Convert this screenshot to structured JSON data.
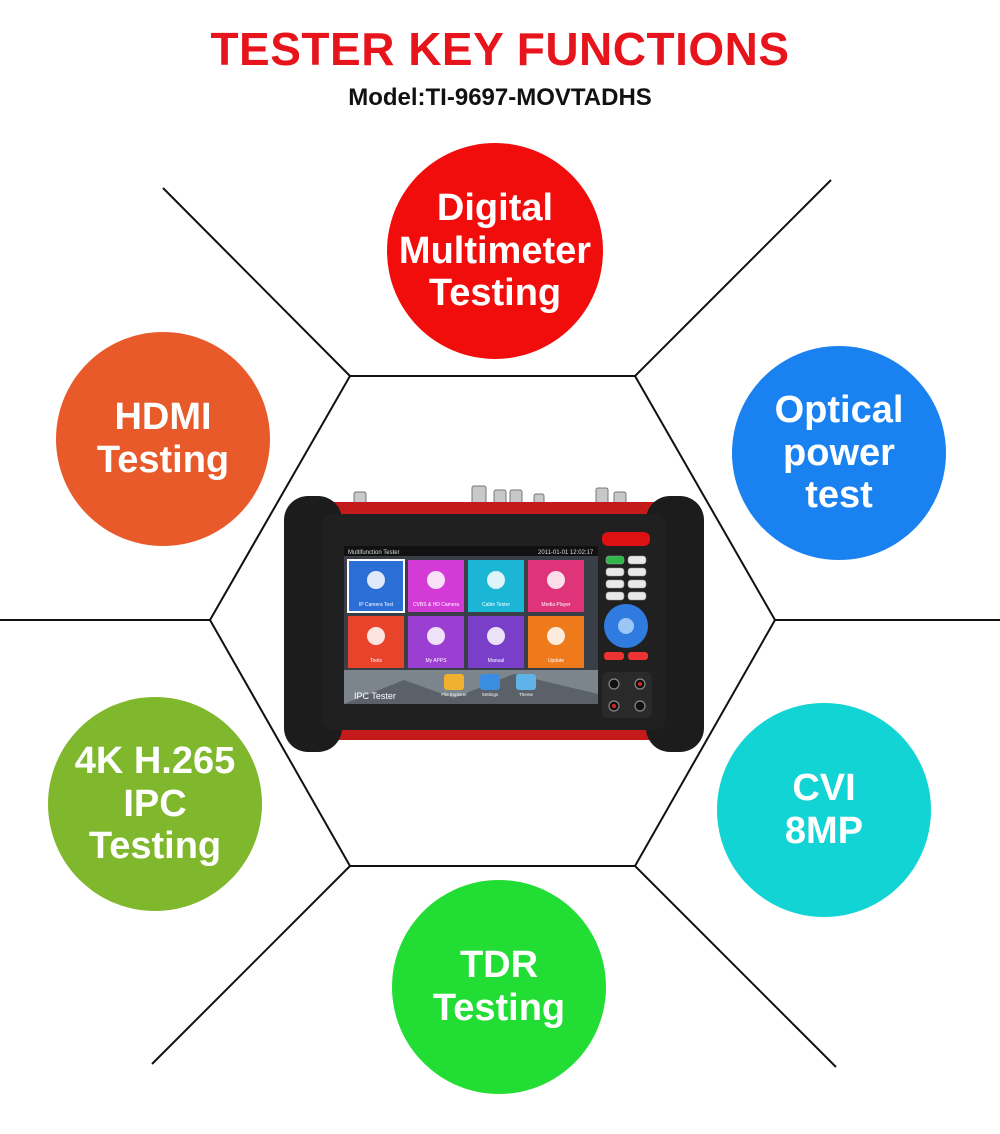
{
  "header": {
    "title": "TESTER KEY FUNCTIONS",
    "model": "Model:TI-9697-MOVTADHS"
  },
  "functions": {
    "top": {
      "label": "Digital\nMultimeter\nTesting",
      "color": "#f20d0d"
    },
    "upper_left": {
      "label": "HDMI\nTesting",
      "color": "#e95a2b"
    },
    "upper_right": {
      "label": "Optical\npower\ntest",
      "color": "#1a82f0"
    },
    "lower_left": {
      "label": "4K H.265\nIPC\nTesting",
      "color": "#7fb82d"
    },
    "lower_right": {
      "label": "CVI\n8MP",
      "color": "#12d4d4"
    },
    "bottom": {
      "label": "TDR\nTesting",
      "color": "#22dd33"
    }
  },
  "device": {
    "screen_header": "Multifunction Tester",
    "clock": "2011-01-01 12:02:17",
    "apps": [
      {
        "label": "IP Camera Test",
        "color": "#2b6fd6",
        "icon": "camera-icon"
      },
      {
        "label": "CVBS & HD Camera",
        "color": "#d43bd6",
        "icon": "video-camera-icon"
      },
      {
        "label": "Cable Tester",
        "color": "#1bb6d6",
        "icon": "cable-icon"
      },
      {
        "label": "Media Player",
        "color": "#e0347a",
        "icon": "play-icon"
      },
      {
        "label": "Tools",
        "color": "#e8432b",
        "icon": "tools-icon"
      },
      {
        "label": "My APPS",
        "color": "#9a3fd1",
        "icon": "apps-icon"
      },
      {
        "label": "Manual",
        "color": "#7a3fc9",
        "icon": "book-icon"
      },
      {
        "label": "Update",
        "color": "#ef7a1c",
        "icon": "update-icon"
      }
    ],
    "dock": [
      "File Explorer",
      "Settings",
      "Theme"
    ],
    "brand": "IPC Tester"
  }
}
